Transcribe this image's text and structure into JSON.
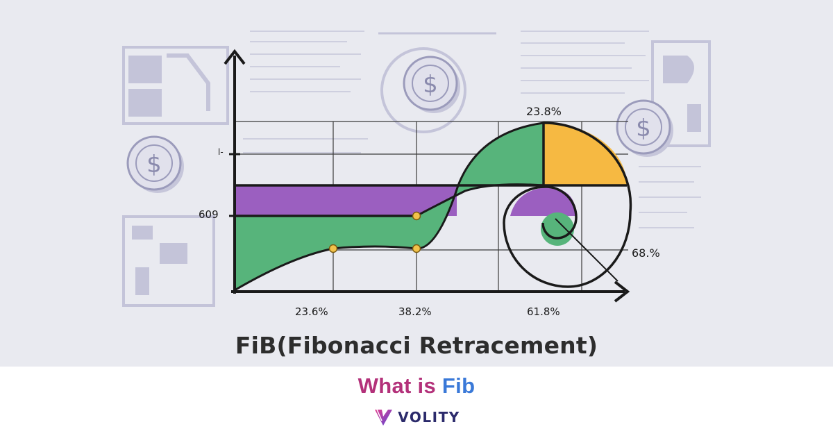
{
  "illustration": {
    "title": "FiB(Fibonacci Retracement)",
    "x_tick_labels": [
      "23.6%",
      "38.2%",
      "61.8%"
    ],
    "y_tick_labels": [
      "609",
      "l-"
    ],
    "annotations": [
      "23.8%",
      "68.%"
    ],
    "icons": [
      "dollar-coin-icon",
      "up-arrow-icon",
      "right-arrow-icon"
    ],
    "colors": {
      "green": "#57b47b",
      "purple": "#9b5fc0",
      "yellow": "#f6b942",
      "line": "#1a1a1a",
      "dot": "#f2c24a",
      "background": "#e9eaf0"
    }
  },
  "footer": {
    "headline_part1": "What is",
    "headline_part2": "Fib",
    "brand_name": "VOLITY",
    "colors": {
      "pink": "#b3317a",
      "blue": "#3a79d8",
      "navy": "#2b2a6b"
    }
  }
}
